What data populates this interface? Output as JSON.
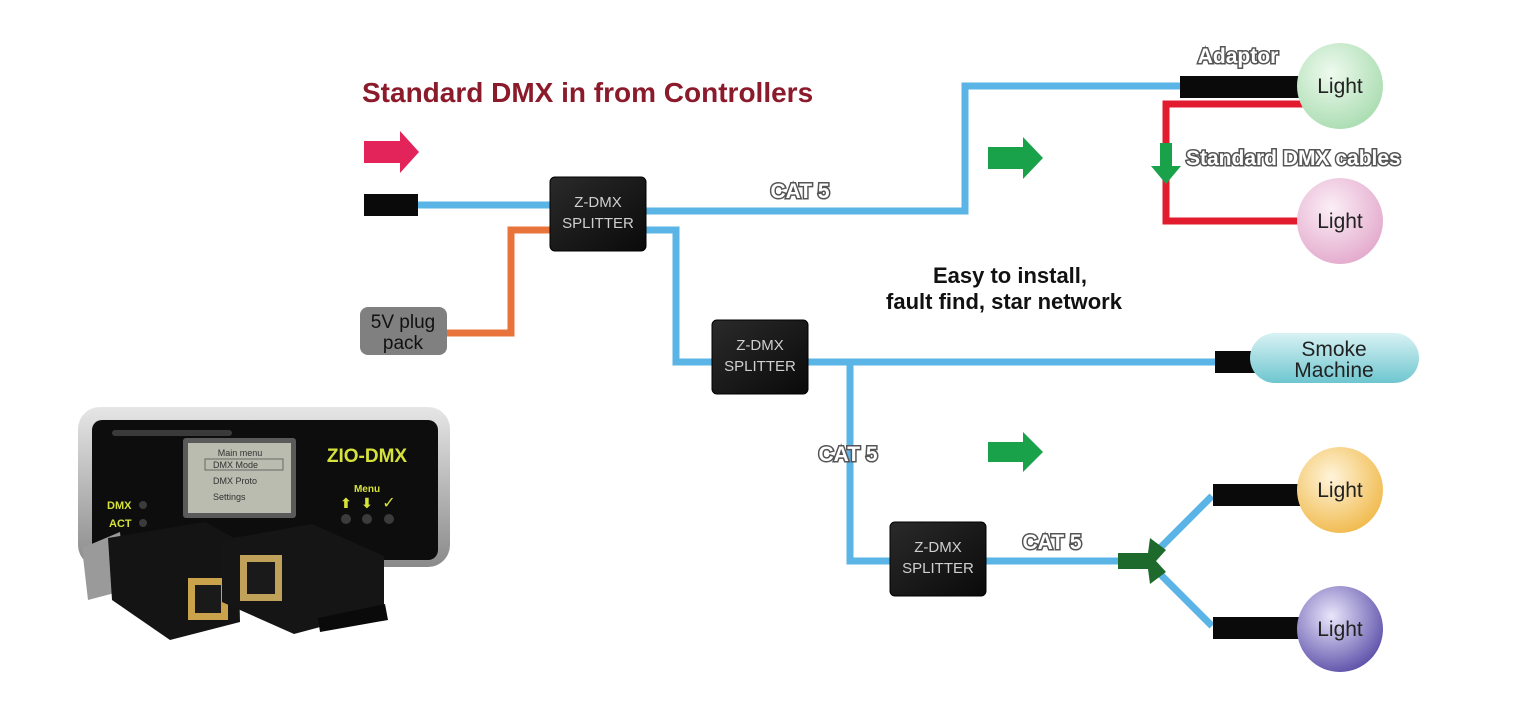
{
  "title": "Standard DMX in from Controllers",
  "tagline": {
    "line1": "Easy to install,",
    "line2": "fault find, star network"
  },
  "power_label": {
    "line1": "5V plug",
    "line2": "pack"
  },
  "splitter": {
    "line1": "Z-DMX",
    "line2": "SPLITTER"
  },
  "cable_labels": {
    "cat5_top": "CAT 5",
    "cat5_mid": "CAT 5",
    "cat5_low": "CAT 5",
    "adaptor": "Adaptor",
    "dmx_cables": "Standard DMX cables"
  },
  "devices": {
    "light_green": "Light",
    "light_pink": "Light",
    "smoke_line1": "Smoke",
    "smoke_line2": "Machine",
    "light_orange": "Light",
    "light_purple": "Light"
  },
  "product": {
    "brand": "ZIO-DMX",
    "menu_label": "Menu",
    "dmx_led": "DMX",
    "act_led": "ACT",
    "screen_lines": [
      "Main menu",
      "DMX Mode",
      "DMX Proto",
      "Settings"
    ]
  },
  "colors": {
    "cat5_cable": "#5ab4e5",
    "power_cable": "#e8743b",
    "dmx_cable": "#e31b2e",
    "title": "#8b1a2b",
    "in_arrow": "#e3245a",
    "flow_arrow": "#1aa24a"
  }
}
